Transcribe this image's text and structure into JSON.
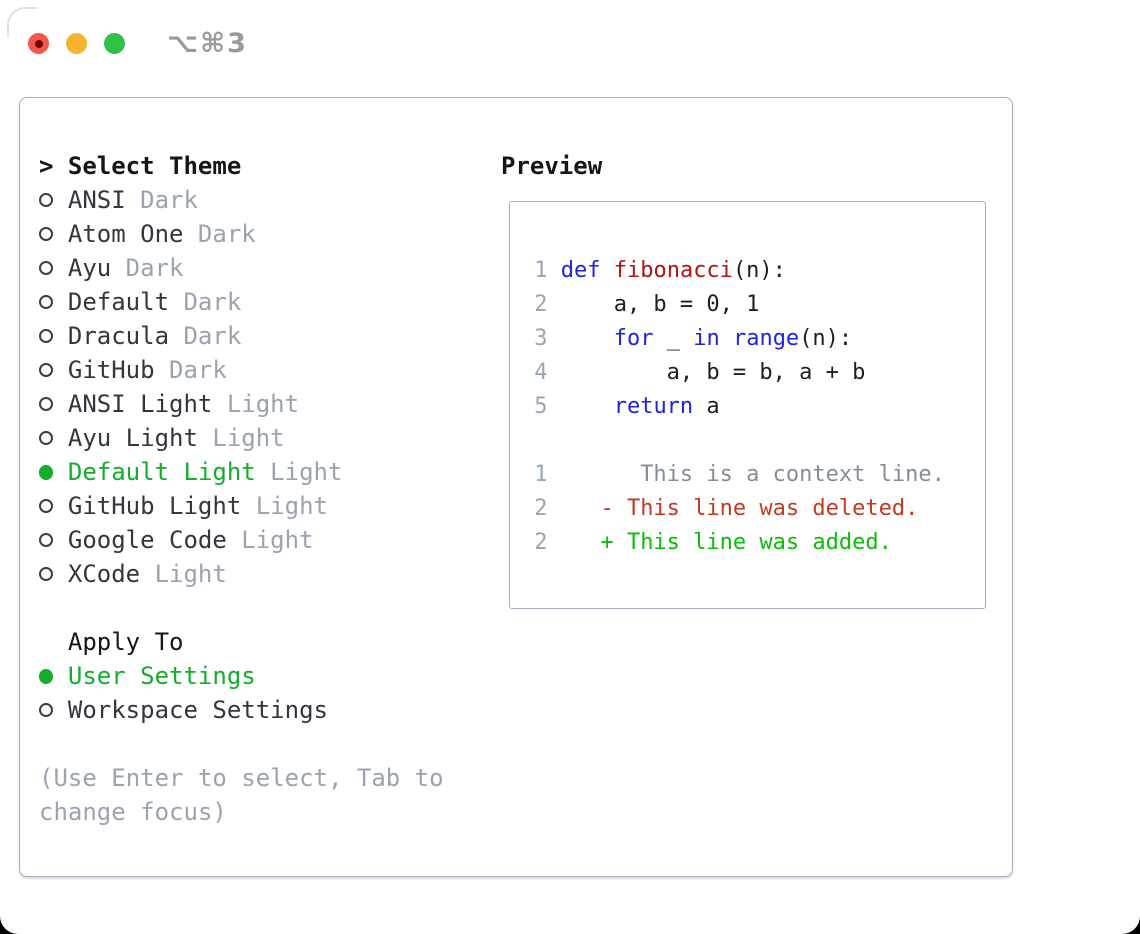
{
  "window": {
    "title": "⌥⌘3"
  },
  "colors": {
    "selected_green": "#13ae2b",
    "keyword_blue": "#2023dd",
    "function_red": "#b01414",
    "deleted_red": "#c43a20",
    "added_green": "#0bbc0b",
    "muted_gray": "#9aa3ae",
    "traffic_red": "#f4564c",
    "traffic_yellow": "#f6b42d",
    "traffic_green": "#30c146",
    "panel_border": "#a6afba"
  },
  "theme_picker": {
    "header_marker": ">",
    "header_label": "Select Theme",
    "items": [
      {
        "name": "ANSI",
        "variant": "Dark",
        "selected": false
      },
      {
        "name": "Atom One",
        "variant": "Dark",
        "selected": false
      },
      {
        "name": "Ayu",
        "variant": "Dark",
        "selected": false
      },
      {
        "name": "Default",
        "variant": "Dark",
        "selected": false
      },
      {
        "name": "Dracula",
        "variant": "Dark",
        "selected": false
      },
      {
        "name": "GitHub",
        "variant": "Dark",
        "selected": false
      },
      {
        "name": "ANSI Light",
        "variant": "Light",
        "selected": false
      },
      {
        "name": "Ayu Light",
        "variant": "Light",
        "selected": false
      },
      {
        "name": "Default Light",
        "variant": "Light",
        "selected": true
      },
      {
        "name": "GitHub Light",
        "variant": "Light",
        "selected": false
      },
      {
        "name": "Google Code",
        "variant": "Light",
        "selected": false
      },
      {
        "name": "XCode",
        "variant": "Light",
        "selected": false
      }
    ],
    "apply_to": {
      "label": "Apply To",
      "options": [
        {
          "name": "User Settings",
          "selected": true
        },
        {
          "name": "Workspace Settings",
          "selected": false
        }
      ]
    },
    "hint_lines": [
      "(Use Enter to select, Tab to",
      "change focus)"
    ]
  },
  "preview": {
    "label": "Preview",
    "code_lines": [
      {
        "num": "1",
        "tokens": [
          {
            "text": "def",
            "cls": "kw"
          },
          {
            "text": " ",
            "cls": "pl"
          },
          {
            "text": "fibonacci",
            "cls": "fn"
          },
          {
            "text": "(n):",
            "cls": "pl"
          }
        ]
      },
      {
        "num": "2",
        "tokens": [
          {
            "text": "    a, b = 0, 1",
            "cls": "pl"
          }
        ]
      },
      {
        "num": "3",
        "tokens": [
          {
            "text": "    ",
            "cls": "pl"
          },
          {
            "text": "for",
            "cls": "kw"
          },
          {
            "text": " _ ",
            "cls": "pl"
          },
          {
            "text": "in",
            "cls": "kw"
          },
          {
            "text": " ",
            "cls": "pl"
          },
          {
            "text": "range",
            "cls": "kw"
          },
          {
            "text": "(n):",
            "cls": "pl"
          }
        ]
      },
      {
        "num": "4",
        "tokens": [
          {
            "text": "        a, b = b, a + b",
            "cls": "pl"
          }
        ]
      },
      {
        "num": "5",
        "tokens": [
          {
            "text": "    ",
            "cls": "pl"
          },
          {
            "text": "return",
            "cls": "kw"
          },
          {
            "text": " a",
            "cls": "pl"
          }
        ]
      }
    ],
    "diff_lines": [
      {
        "num": "1",
        "tokens": [
          {
            "text": "      This is a context line.",
            "cls": "ctx"
          }
        ]
      },
      {
        "num": "2",
        "tokens": [
          {
            "text": "   - This line was deleted.",
            "cls": "del"
          }
        ]
      },
      {
        "num": "2",
        "tokens": [
          {
            "text": "   + This line was added.",
            "cls": "add"
          }
        ]
      }
    ]
  }
}
